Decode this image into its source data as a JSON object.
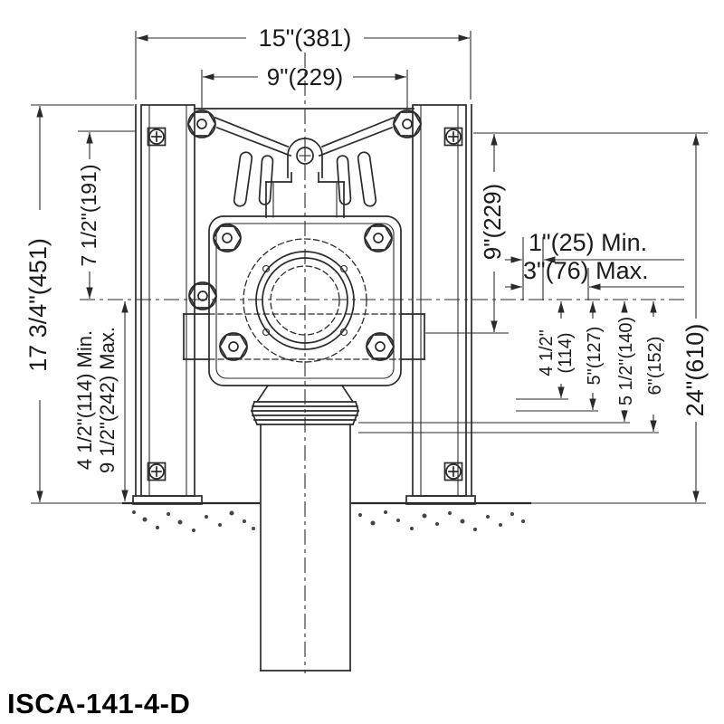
{
  "drawing": {
    "model": "ISCA-141-4-D",
    "colors": {
      "ink": "#2a2a2a",
      "background": "#ffffff"
    },
    "dimensions": {
      "overall_width": "15\"(381)",
      "bolt_spacing_width": "9\"(229)",
      "overall_height": "17 3/4\"(451)",
      "top_to_centerline": "7 1/2\"(191)",
      "outlet_height_min": "4 1/2\"(114) Min.",
      "outlet_height_max": "9 1/2\"(242) Max.",
      "right_height": "9\"(229)",
      "wall_min": "1\"(25) Min.",
      "wall_max": "3\"(76) Max.",
      "depth_a_line1": "4 1/2\"",
      "depth_a_line2": "(114)",
      "depth_b": "5\"(127)",
      "depth_c": "5 1/2\"(140)",
      "depth_d": "6\"(152)",
      "floor_to_top": "24\"(610)"
    }
  }
}
